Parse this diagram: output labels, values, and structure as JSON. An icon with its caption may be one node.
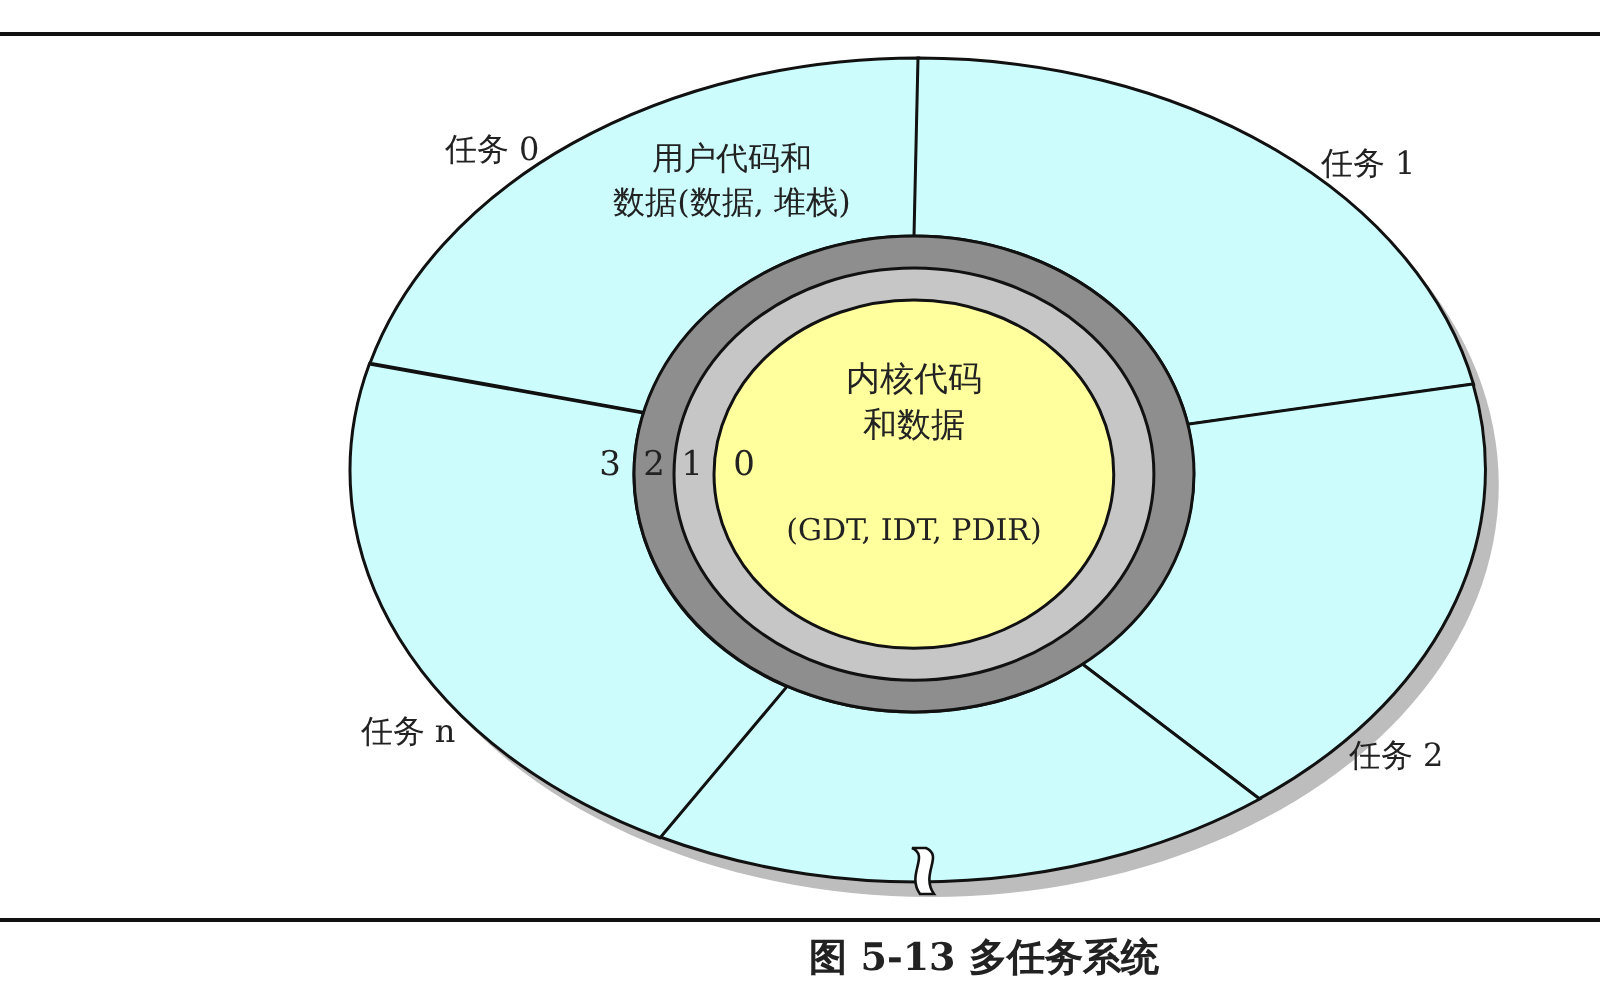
{
  "diagram": {
    "caption": "图 5-13 多任务系统",
    "nodes": [
      {
        "text": [
          "用户代码和数据(数据, 堆栈)"
        ],
        "beside": [
          "任务 0"
        ]
      },
      {
        "text": [],
        "shape": "sector",
        "beside": [
          "任务 1"
        ]
      },
      {
        "text": [],
        "shape": "sector",
        "beside": [
          "任务 2"
        ]
      },
      {
        "text": [],
        "shape": "sector"
      },
      {
        "text": [],
        "shape": "sector",
        "beside": [
          "任务 n"
        ]
      },
      {
        "text": [],
        "shape": "circle"
      },
      {
        "text": [],
        "shape": "circle",
        "in": 5
      },
      {
        "text": [
          "内核代码和数据",
          "(GDT, IDT, PDIR)"
        ],
        "in": 6
      }
    ],
    "labels": [
      "3",
      "2",
      "1",
      "0"
    ]
  }
}
